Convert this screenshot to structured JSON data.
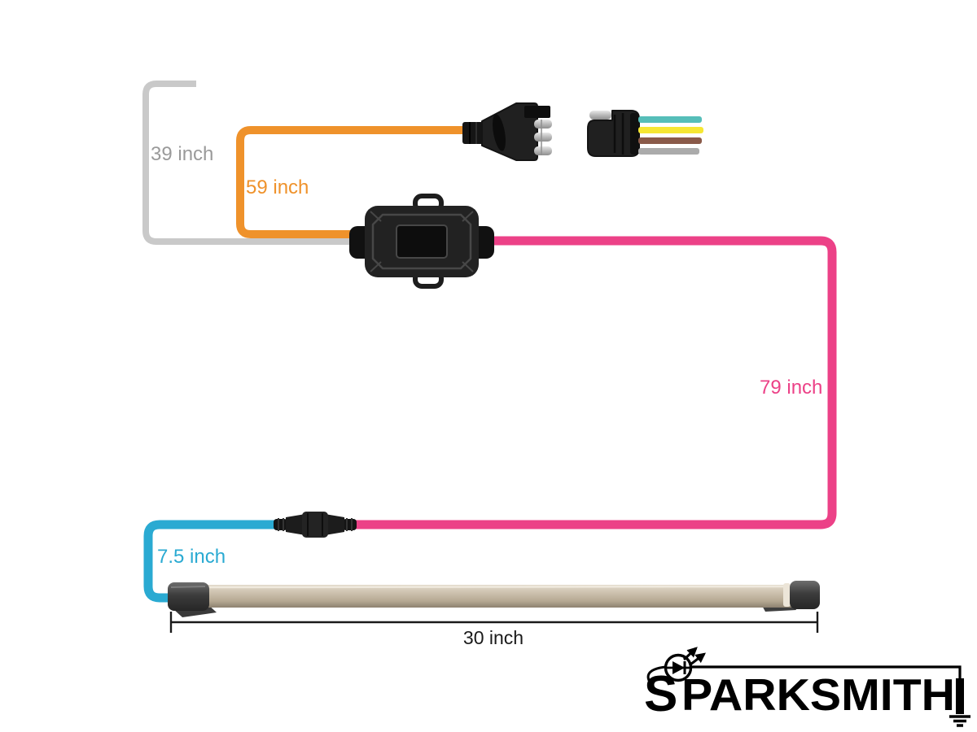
{
  "diagram": {
    "wire_labels": {
      "gray": "39 inch",
      "orange": "59 inch",
      "pink": "79 inch",
      "cyan": "7.5 inch"
    },
    "bar_dimension": "30 inch",
    "colors": {
      "gray_wire": "#c9c9c9",
      "gray_label": "#9a9a9a",
      "orange_wire": "#ef922b",
      "pink_wire": "#ec4187",
      "cyan_wire": "#2aaad2",
      "dimension_text": "#1a1a1a",
      "connector_body": "#1f1f1f",
      "pin_silver": "#c4c4c4",
      "bar_body_tan": "#c7baa7",
      "bar_endcap": "#3c3c3c",
      "trailer_teal": "#56beb9",
      "trailer_yellow": "#f6e733",
      "trailer_brown": "#8a5a49",
      "trailer_white": "#ababab"
    }
  },
  "brand": {
    "name": "SPARKSMITH",
    "initial": "S",
    "rest": "PARKSMITH"
  }
}
